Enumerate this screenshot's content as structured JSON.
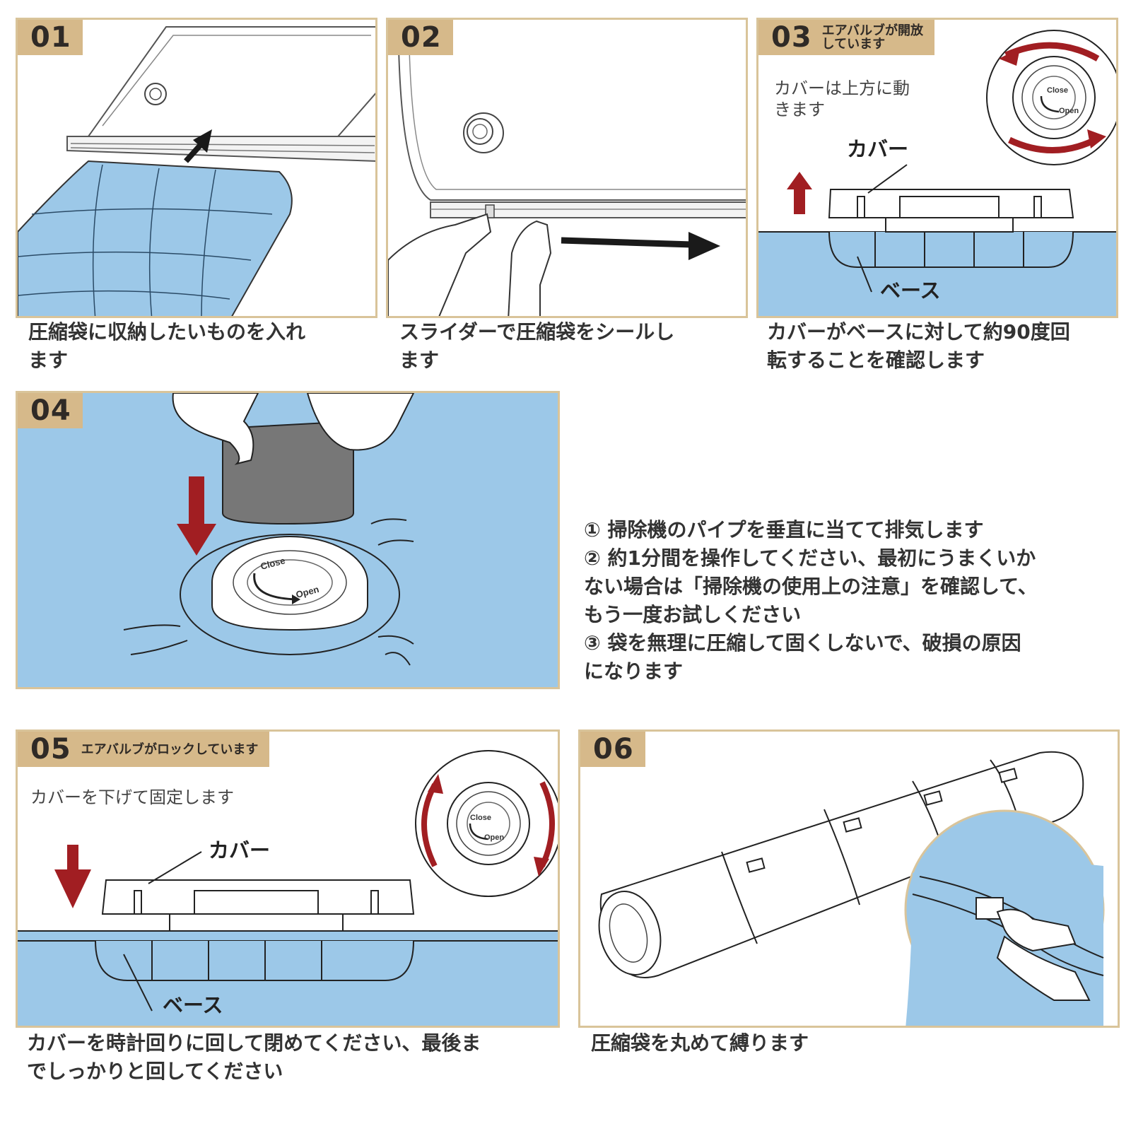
{
  "colors": {
    "badge": "#d6b98a",
    "border": "#d9c49a",
    "blue": "#9cc8e8",
    "red": "#a11e22"
  },
  "steps": [
    {
      "number": "01",
      "caption": "圧縮袋に収納したいものを入れ\nます"
    },
    {
      "number": "02",
      "caption": "スライダーで圧縮袋をシールし\nます"
    },
    {
      "number": "03",
      "badge_sub": "エアバルブが開放\nしています",
      "note": "カバーは上方に動\nきます",
      "label_cover": "カバー",
      "label_base": "ベース",
      "valve_close": "Close",
      "valve_open": "Open",
      "caption": "カバーがベースに対して約90度回\n転することを確認します"
    },
    {
      "number": "04",
      "valve_close": "Close",
      "valve_open": "Open"
    },
    {
      "number": "05",
      "badge_sub": "エアバルブがロックしています",
      "note": "カバーを下げて固定します",
      "label_cover": "カバー",
      "label_base": "ベース",
      "valve_close": "Close",
      "valve_open": "Open",
      "caption": "カバーを時計回りに回して閉めてください、最後ま\nでしっかりと回してください"
    },
    {
      "number": "06",
      "caption": "圧縮袋を丸めて縛ります"
    }
  ],
  "instructions": [
    "① 掃除機のパイプを垂直に当てて排気します",
    "② 約1分間を操作してください、最初にうまくいか\nない場合は「掃除機の使用上の注意」を確認して、\nもう一度お試しください",
    "③ 袋を無理に圧縮して固くしないで、破損の原因\nになります"
  ]
}
